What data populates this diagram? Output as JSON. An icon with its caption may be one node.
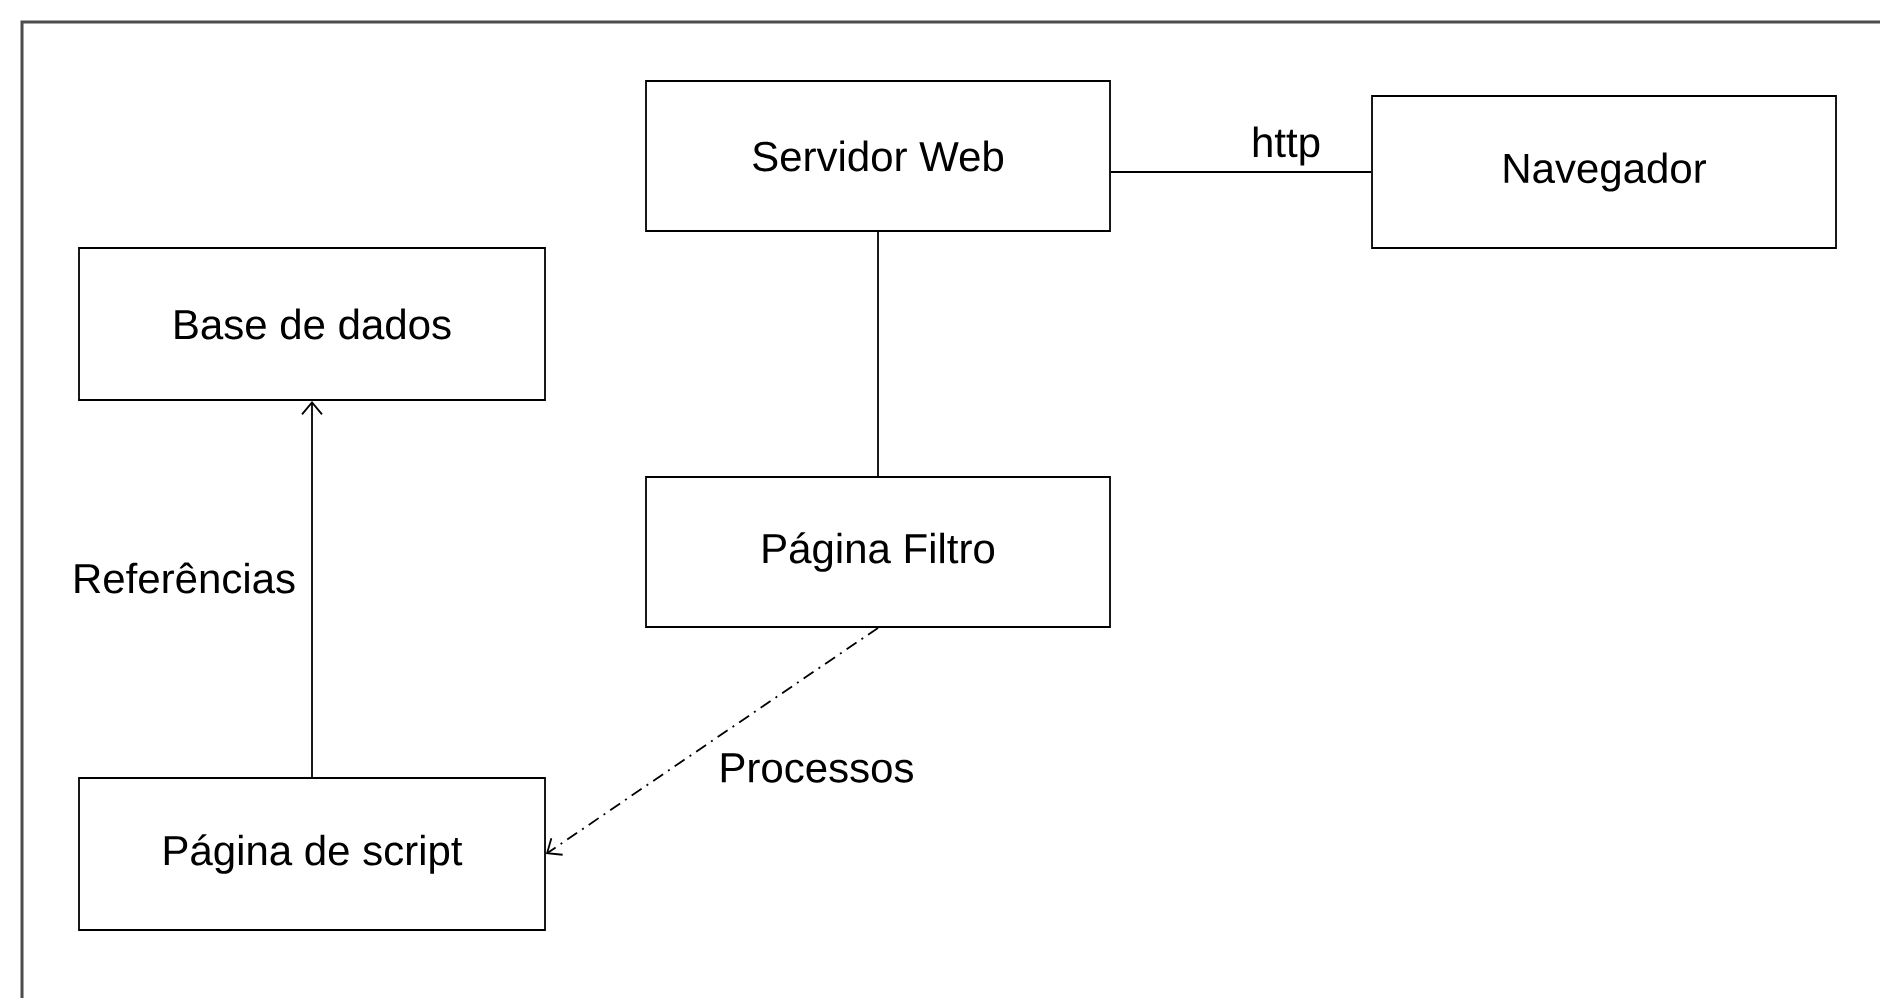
{
  "diagram": {
    "nodes": [
      {
        "text": [
          "Servidor Web"
        ]
      },
      {
        "text": [
          "Navegador"
        ]
      },
      {
        "text": [
          "Base de dados"
        ]
      },
      {
        "text": [
          "Página Filtro"
        ]
      },
      {
        "text": [
          "Página de script"
        ]
      }
    ],
    "edges": [
      {
        "from": 0,
        "to": 1,
        "arrow": "none",
        "label": "http"
      },
      {
        "from": 0,
        "to": 3,
        "arrow": "none"
      },
      {
        "from": 4,
        "to": 2,
        "arrow": "to",
        "label": "Referências"
      },
      {
        "from": 3,
        "to": 4,
        "arrow": "to",
        "style": "dashed",
        "label": "Processos"
      }
    ]
  }
}
